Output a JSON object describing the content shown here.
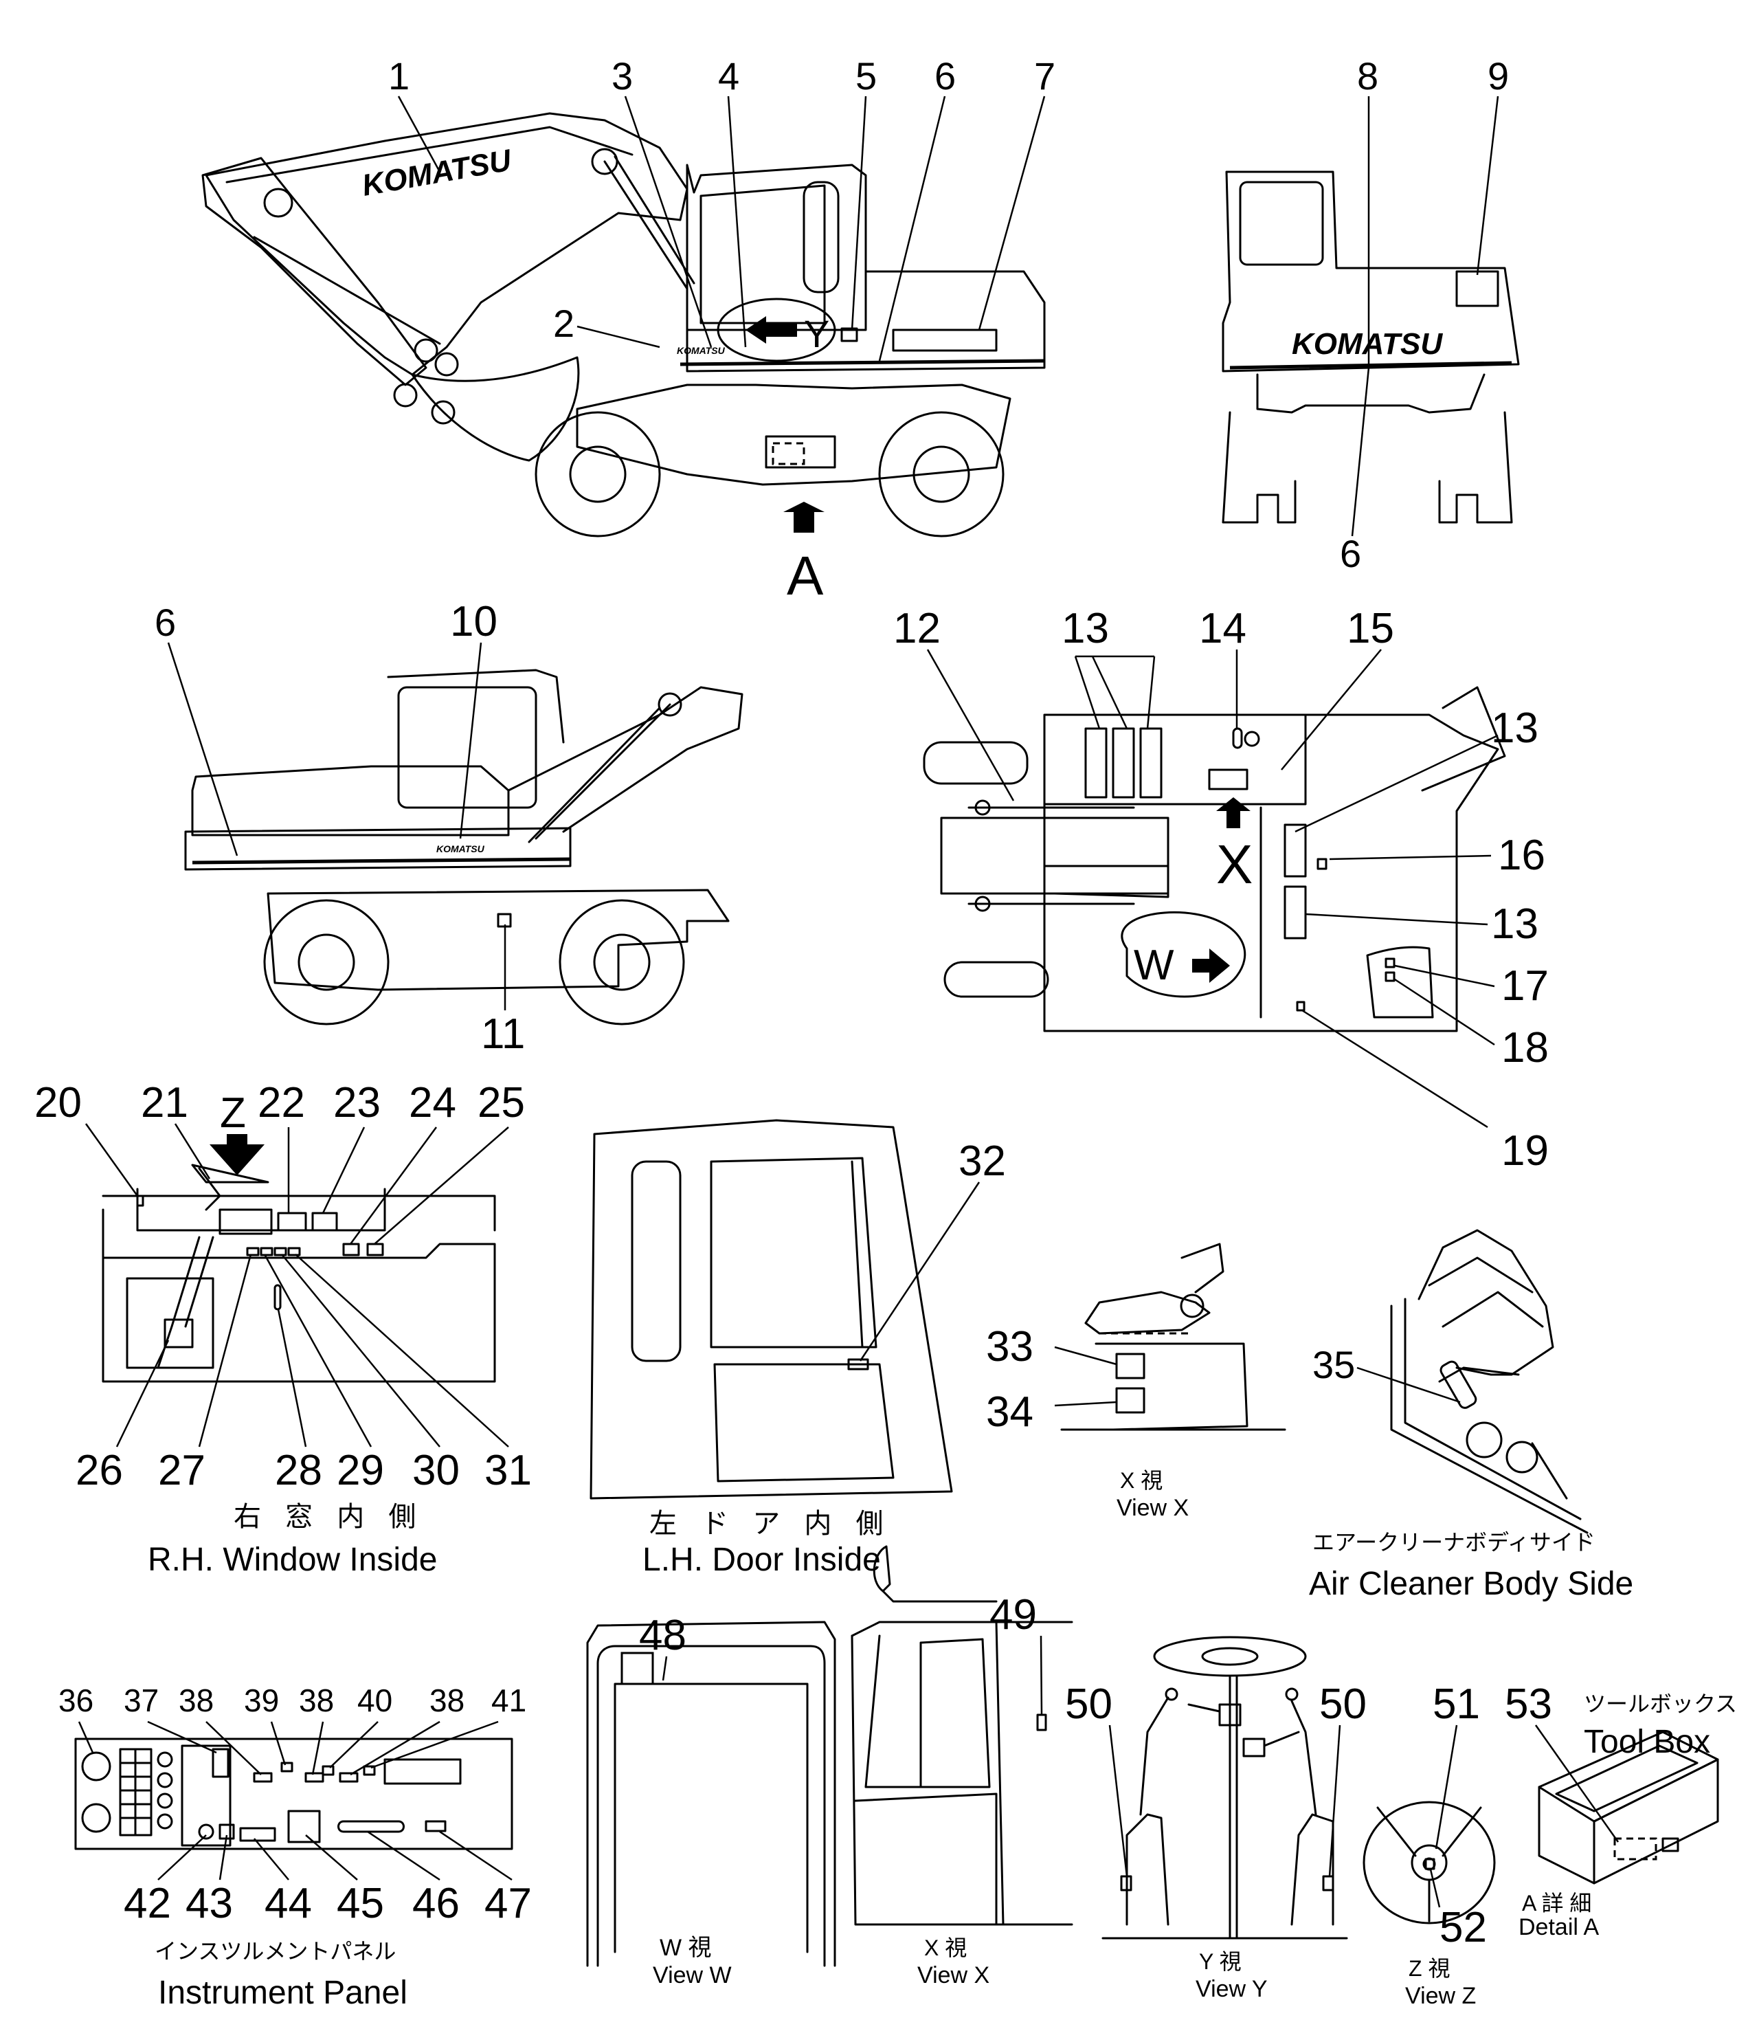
{
  "brand": "KOMATSU",
  "callouts": {
    "c1": "1",
    "c2": "2",
    "c3": "3",
    "c4": "4",
    "c5": "5",
    "c6": "6",
    "c7": "7",
    "c8": "8",
    "c9": "9",
    "c10": "10",
    "c11": "11",
    "c12": "12",
    "c13": "13",
    "c14": "14",
    "c15": "15",
    "c16": "16",
    "c17": "17",
    "c18": "18",
    "c19": "19",
    "c20": "20",
    "c21": "21",
    "c22": "22",
    "c23": "23",
    "c24": "24",
    "c25": "25",
    "c26": "26",
    "c27": "27",
    "c28": "28",
    "c29": "29",
    "c30": "30",
    "c31": "31",
    "c32": "32",
    "c33": "33",
    "c34": "34",
    "c35": "35",
    "c36": "36",
    "c37": "37",
    "c38": "38",
    "c39": "39",
    "c40": "40",
    "c41": "41",
    "c42": "42",
    "c43": "43",
    "c44": "44",
    "c45": "45",
    "c46": "46",
    "c47": "47",
    "c48": "48",
    "c49": "49",
    "c50": "50",
    "c51": "51",
    "c52": "52",
    "c53": "53"
  },
  "view_markers": {
    "a": "A",
    "x": "X",
    "y": "Y",
    "w": "W",
    "z": "Z"
  },
  "captions": {
    "rh_window_jp": "右 窓 内 側",
    "rh_window_en": "R.H. Window Inside",
    "lh_door_jp": "左 ド ア 内 側",
    "lh_door_en": "L.H. Door Inside",
    "view_x_jp": "X  視",
    "view_x_en": "View X",
    "air_cleaner_jp": "エアークリーナボディサイド",
    "air_cleaner_en": "Air Cleaner Body Side",
    "instrument_jp": "インスツルメントパネル",
    "instrument_en": "Instrument Panel",
    "view_w_jp": "W  視",
    "view_w_en": "View W",
    "view_x2_jp": "X  視",
    "view_x2_en": "View X",
    "view_y_jp": "Y  視",
    "view_y_en": "View Y",
    "view_z_jp": "Z  視",
    "view_z_en": "View Z",
    "detail_a_jp": "A 詳 細",
    "detail_a_en": "Detail A",
    "tool_box_jp": "ツールボックス",
    "tool_box_en": "Tool Box"
  }
}
